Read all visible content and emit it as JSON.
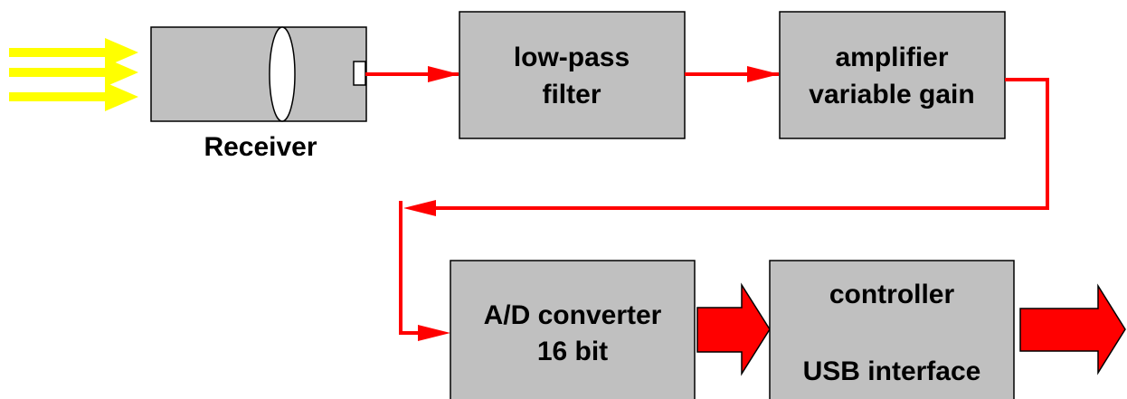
{
  "colors": {
    "box_fill": "#c0c0c0",
    "signal": "#ff0000",
    "light_rays": "#ffff00",
    "outline": "#000000",
    "background": "#ffffff"
  },
  "receiver": {
    "label": "Receiver",
    "icon": "optical-receiver-icon"
  },
  "lowpass": {
    "line1": "low-pass",
    "line2": "filter"
  },
  "amplifier": {
    "line1": "amplifier",
    "line2": "variable gain"
  },
  "adc": {
    "line1": "A/D converter",
    "line2": "16 bit"
  },
  "controller": {
    "line1": "controller",
    "line2": "USB interface"
  }
}
